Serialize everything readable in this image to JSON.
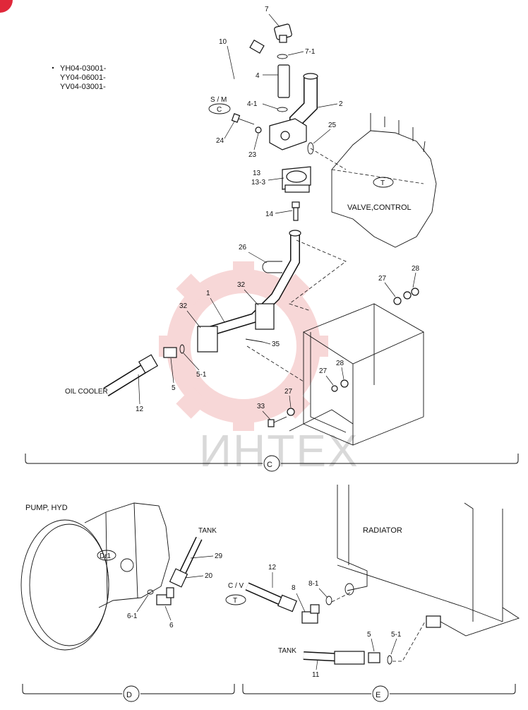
{
  "serials": [
    "YH04-03001-",
    "YY04-06001-",
    "YV04-03001-"
  ],
  "watermark": "ИНТЕХ",
  "colors": {
    "line": "#111111",
    "watermark_gear": "#f2b7b7",
    "watermark_text": "#d9d9d9",
    "corner_badge": "#e0283a"
  },
  "section_c": {
    "marker": "C",
    "texts": {
      "sm": "S / M",
      "sm_ref": "C",
      "valve": "VALVE,CONTROL",
      "valve_ref": "T",
      "oil_cooler": "OIL COOLER"
    },
    "callouts": [
      "7",
      "7-1",
      "10",
      "4",
      "4-1",
      "2",
      "24",
      "23",
      "25",
      "13",
      "13-3",
      "14",
      "26",
      "1",
      "32",
      "32",
      "35",
      "5-1",
      "5",
      "12",
      "27",
      "28",
      "27",
      "28",
      "27",
      "33"
    ]
  },
  "section_d": {
    "marker": "D",
    "texts": {
      "pump": "PUMP, HYD",
      "pump_ref": "Dr1",
      "tank": "TANK"
    },
    "callouts": [
      "29",
      "20",
      "6-1",
      "6"
    ]
  },
  "section_e": {
    "marker": "E",
    "texts": {
      "radiator": "RADIATOR",
      "cv": "C / V",
      "cv_ref": "T",
      "tank": "TANK"
    },
    "callouts": [
      "12",
      "8-1",
      "8",
      "5",
      "5-1",
      "11"
    ]
  }
}
